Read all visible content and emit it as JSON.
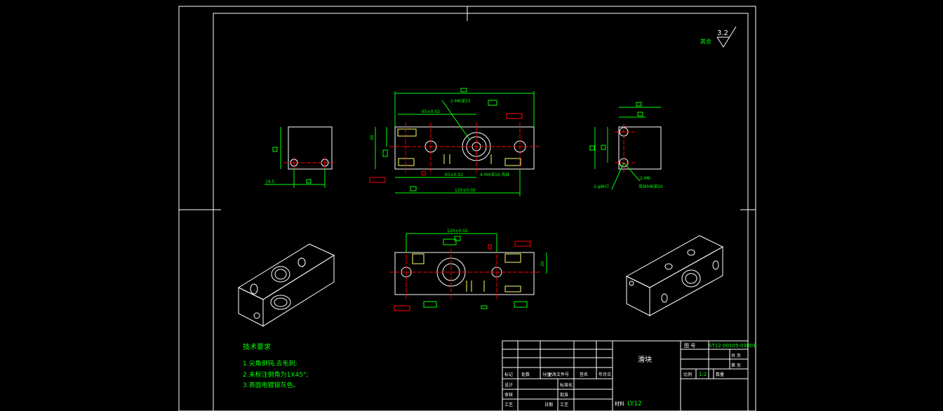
{
  "roughness": {
    "label": "其余",
    "value": "3.2"
  },
  "tech_requirements": {
    "title": "技术要求",
    "items": [
      "1.尖角倒钝,去毛刺;",
      "2.未标注倒角为1X45°;",
      "3.表面电镀银灰色。"
    ]
  },
  "title_block": {
    "part_name": "滑块",
    "drawing_no_label": "图  号",
    "drawing_no": "ST12-00105-03B01",
    "scale_label": "比例",
    "scale": "1:2",
    "qty_label": "数量",
    "material_label": "材料",
    "material": "LY12",
    "sheet_label": "共    页",
    "page_label": "第    页",
    "header_cells": [
      "标记",
      "处数",
      "分区",
      "更改文件号",
      "签名",
      "年月日"
    ],
    "role_labels": [
      "设计",
      "审核",
      "工艺"
    ],
    "extra_labels": [
      "标准化",
      "批准",
      "工艺",
      "日期"
    ]
  },
  "dimensions": {
    "front_spacing_1": "65±0.02",
    "front_spacing_2": "65±0.02",
    "front_spacing_3": "120±0.02",
    "top_spacing": "120±0.02",
    "hole_note_1": "2-M6深15",
    "hole_note_2": "4-M4深16,攻丝",
    "side_note_1": "2-M8",
    "side_note_2": "2-φ8H7",
    "side_note_3": "攻丝M8深20",
    "left_offset": "19.5",
    "left_height": "30",
    "height_label": "20"
  },
  "colors": {
    "line": "#ffffff",
    "dimension": "#00ff00",
    "centerline": "#ff0000",
    "hidden": "#ffff66"
  }
}
